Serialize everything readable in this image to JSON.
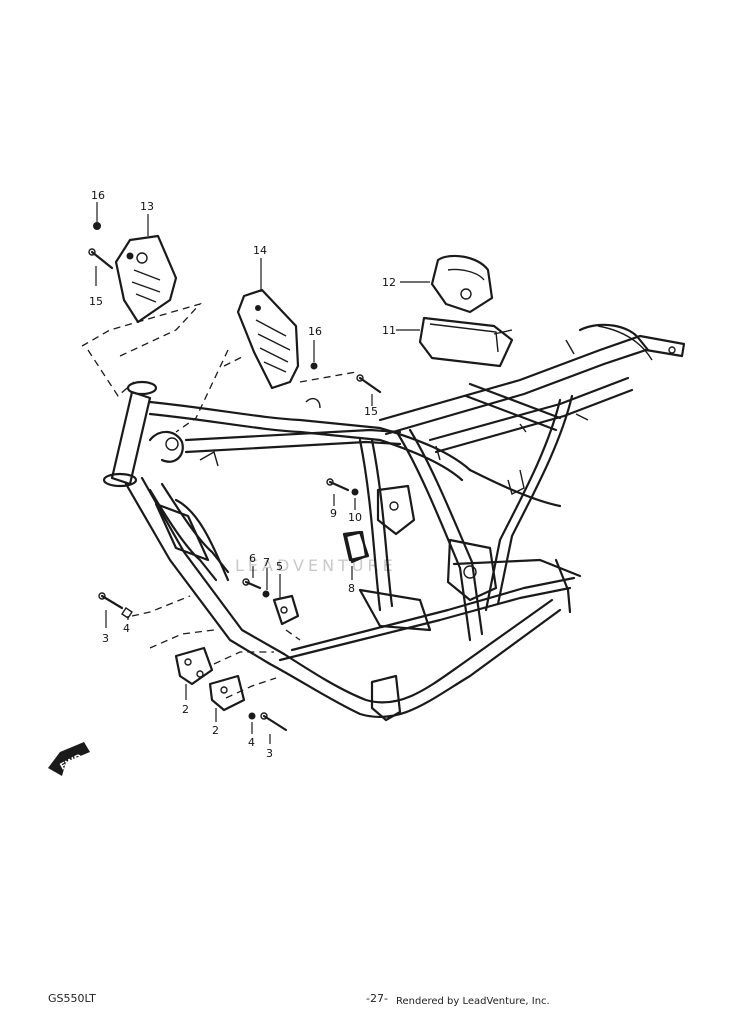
{
  "diagram": {
    "callouts": [
      {
        "id": "c16a",
        "text": "16"
      },
      {
        "id": "c13",
        "text": "13"
      },
      {
        "id": "c15a",
        "text": "15"
      },
      {
        "id": "c14",
        "text": "14"
      },
      {
        "id": "c16b",
        "text": "16"
      },
      {
        "id": "c15b",
        "text": "15"
      },
      {
        "id": "c12",
        "text": "12"
      },
      {
        "id": "c11",
        "text": "11"
      },
      {
        "id": "c9",
        "text": "9"
      },
      {
        "id": "c10",
        "text": "10"
      },
      {
        "id": "c8",
        "text": "8"
      },
      {
        "id": "c6",
        "text": "6"
      },
      {
        "id": "c7",
        "text": "7"
      },
      {
        "id": "c5",
        "text": "5"
      },
      {
        "id": "c3a",
        "text": "3"
      },
      {
        "id": "c4a",
        "text": "4"
      },
      {
        "id": "c2a",
        "text": "2"
      },
      {
        "id": "c2b",
        "text": "2"
      },
      {
        "id": "c4b",
        "text": "4"
      },
      {
        "id": "c3b",
        "text": "3"
      }
    ],
    "fwd_label": "FWD",
    "watermark": "LEADVENTURE"
  },
  "footer": {
    "model_code": "GS550LT",
    "page_number": "-27-",
    "rendered_by": "Rendered by LeadVenture, Inc."
  }
}
